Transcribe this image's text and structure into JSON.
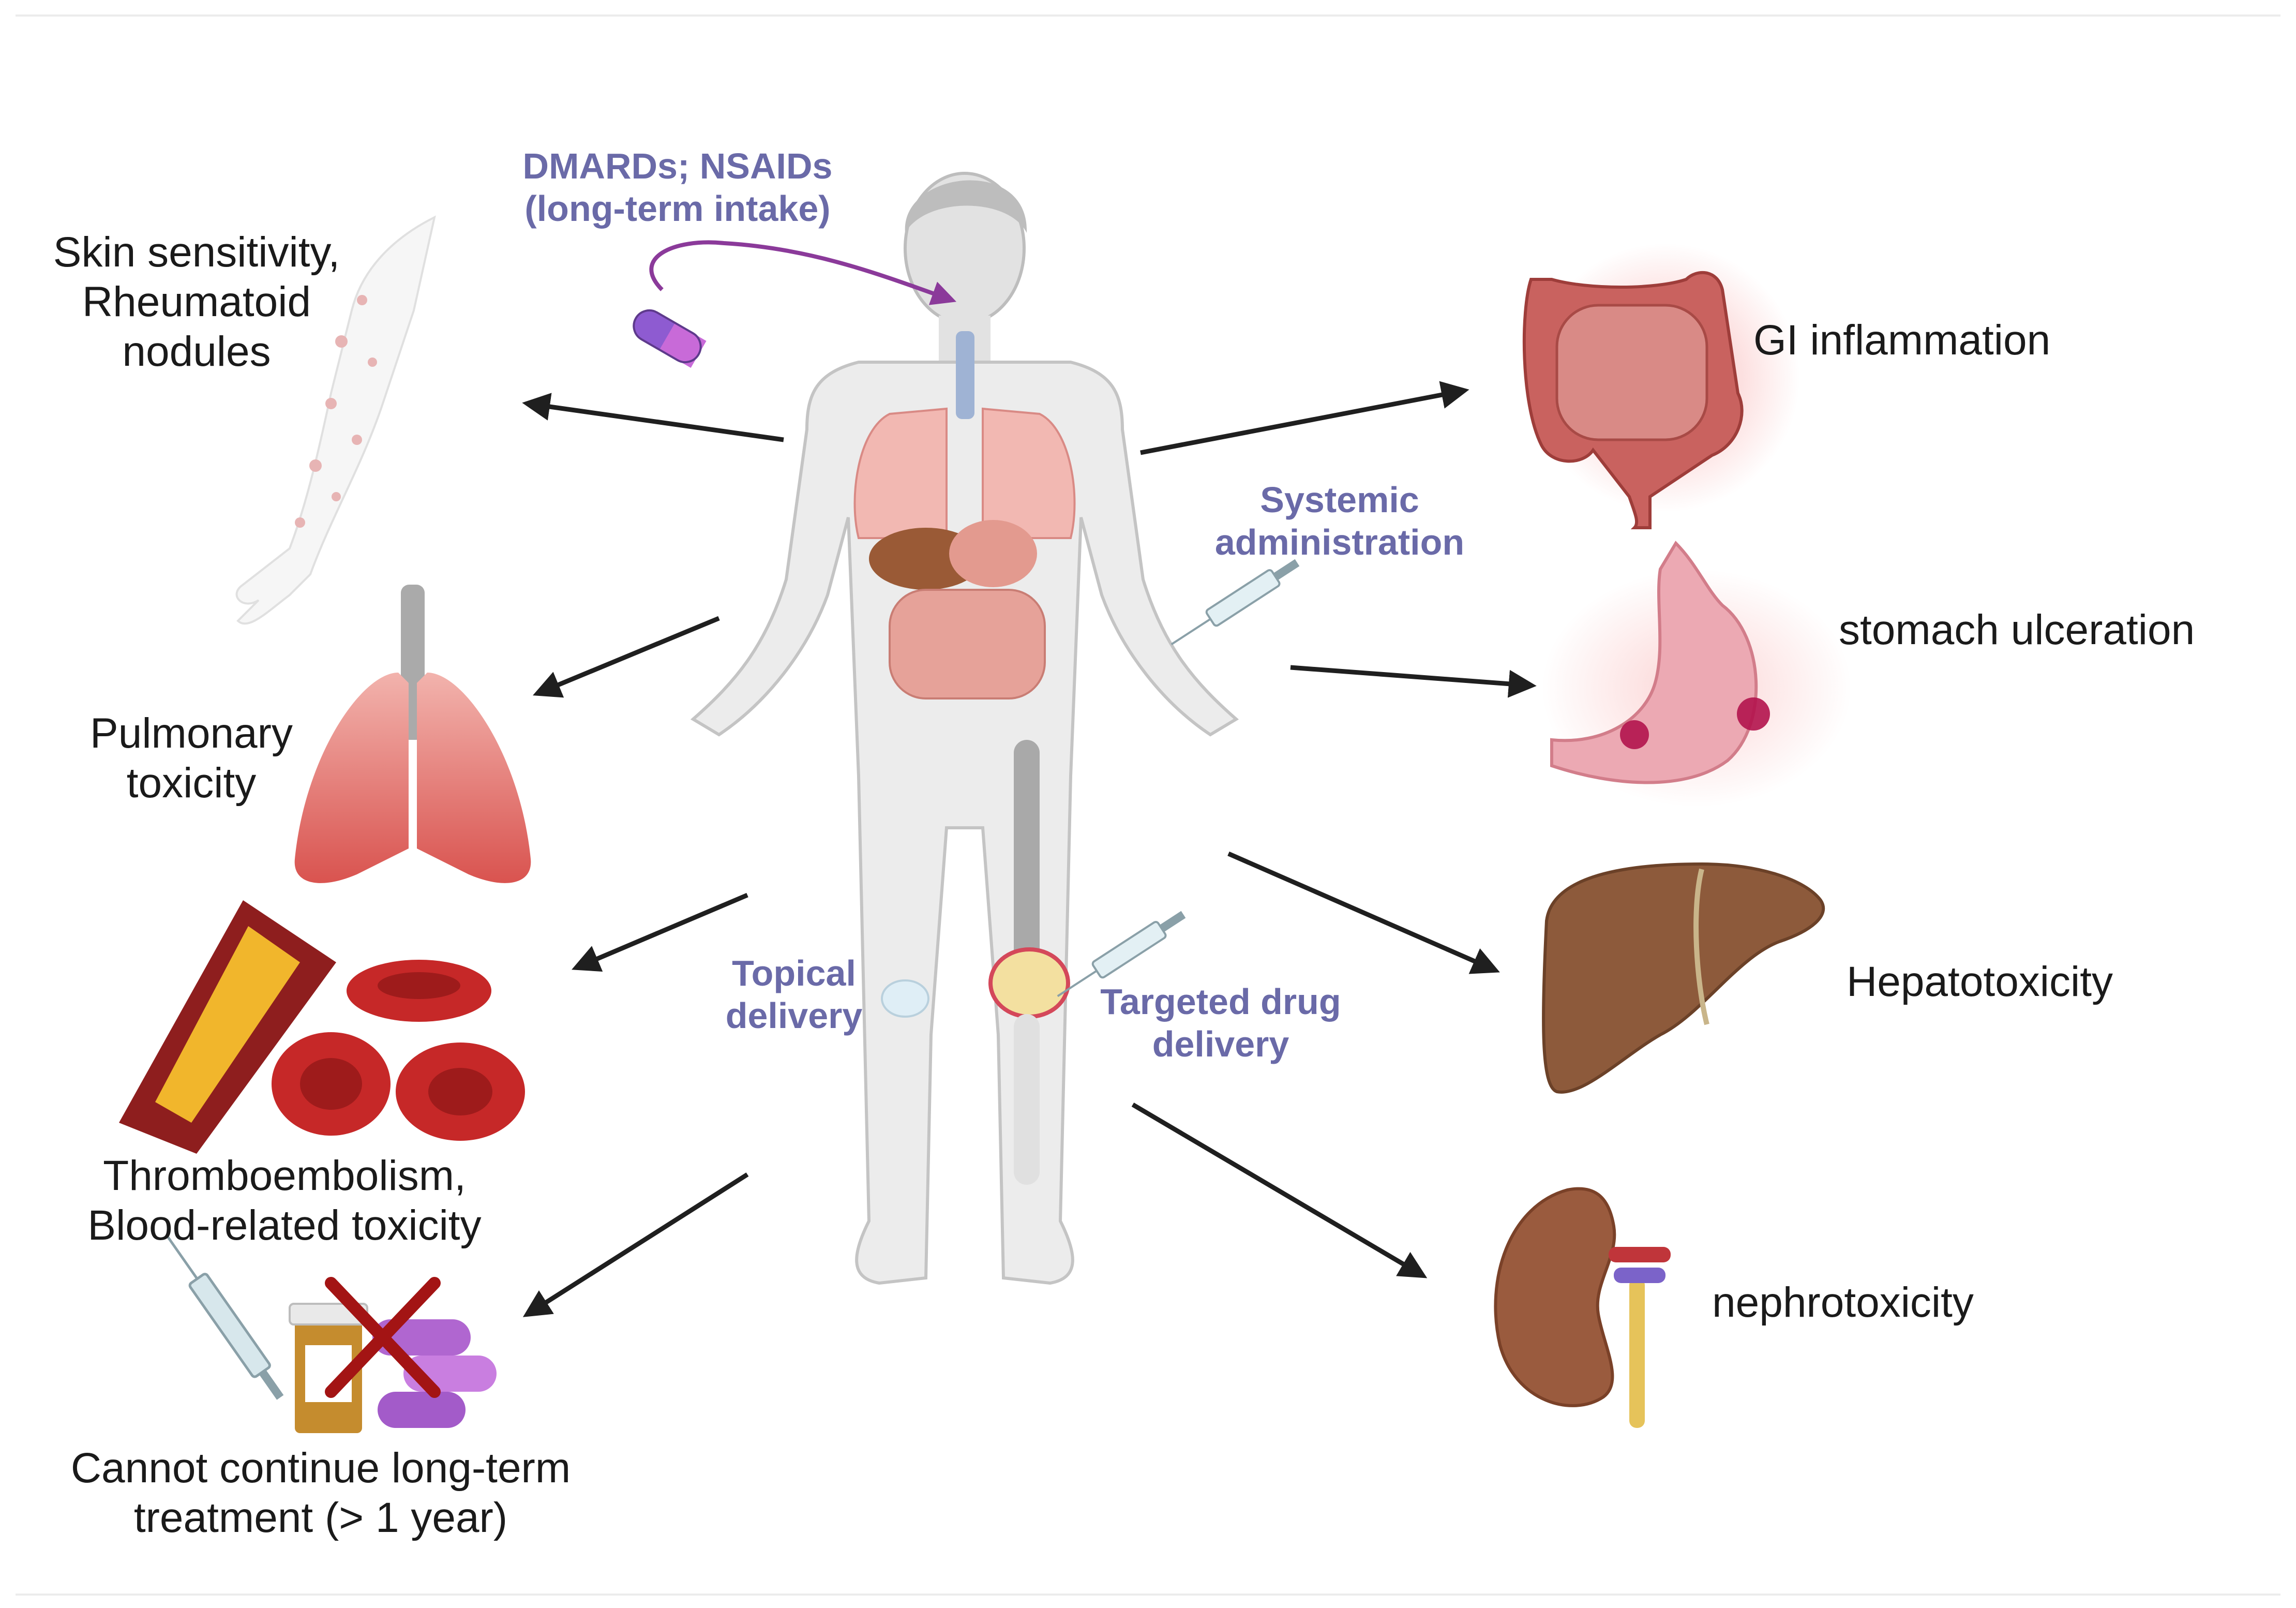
{
  "intake": {
    "label": "DMARDs; NSAIDs\n(long-term intake)"
  },
  "routes": {
    "systemic": "Systemic\nadministration",
    "topical": "Topical\ndelivery",
    "targeted": "Targeted drug\ndelivery"
  },
  "left_effects": {
    "skin": "Skin sensitivity,\nRheumatoid\nnodules",
    "pulmonary": "Pulmonary\ntoxicity",
    "blood": "Thromboembolism,\nBlood-related toxicity",
    "treatment": "Cannot continue long-term\ntreatment (> 1 year)"
  },
  "right_effects": {
    "gi": "GI inflammation",
    "stomach": "stomach ulceration",
    "liver": "Hepatotoxicity",
    "kidney": "nephrotoxicity"
  },
  "colors": {
    "route_text": "#6a6aa8",
    "arrow": "#1f1f1f",
    "intake_arrow": "#8b3a9a",
    "body": "#e8e8e8",
    "organ_red": "#c94a4a",
    "liver": "#8d5a3b",
    "kidney": "#9a5b3e"
  }
}
